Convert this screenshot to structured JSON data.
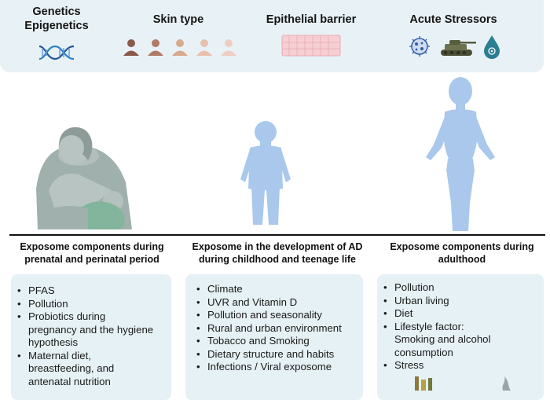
{
  "factors": [
    {
      "title": "Genetics\nEpigenetics",
      "icon": "dna-icon"
    },
    {
      "title": "Skin type",
      "icon": "skin-tones-icon"
    },
    {
      "title": "Epithelial barrier",
      "icon": "epithelium-icon"
    },
    {
      "title": "Acute Stressors",
      "icon": "stressors-icon"
    }
  ],
  "stages": [
    {
      "title": "Exposome components during\nprenatal and perinatal period",
      "items": [
        "PFAS",
        "Pollution",
        "Probiotics during pregnancy and the hygiene hypothesis",
        "Maternal diet, breastfeeding, and antenatal nutrition"
      ]
    },
    {
      "title": "Exposome in the development of AD\nduring childhood and teenage life",
      "items": [
        "Climate",
        "UVR and Vitamin D",
        "Pollution and seasonality",
        "Rural and urban environment",
        "Tobacco and Smoking",
        "Dietary structure and habits",
        "Infections / Viral exposome"
      ]
    },
    {
      "title": "Exposome components during\nadulthood",
      "items": [
        "Pollution",
        "Urban living",
        "Diet",
        "Lifestyle factor: Smoking and alcohol consumption",
        "Stress"
      ]
    }
  ],
  "colors": {
    "panel": "#e8f2f6",
    "figure_blue": "#a9c8ec",
    "mother_gray": "#a9b6b5",
    "baby_green": "#82b59c",
    "dna_blue": "#25579b",
    "biohazard_teal": "#2b7f92"
  }
}
